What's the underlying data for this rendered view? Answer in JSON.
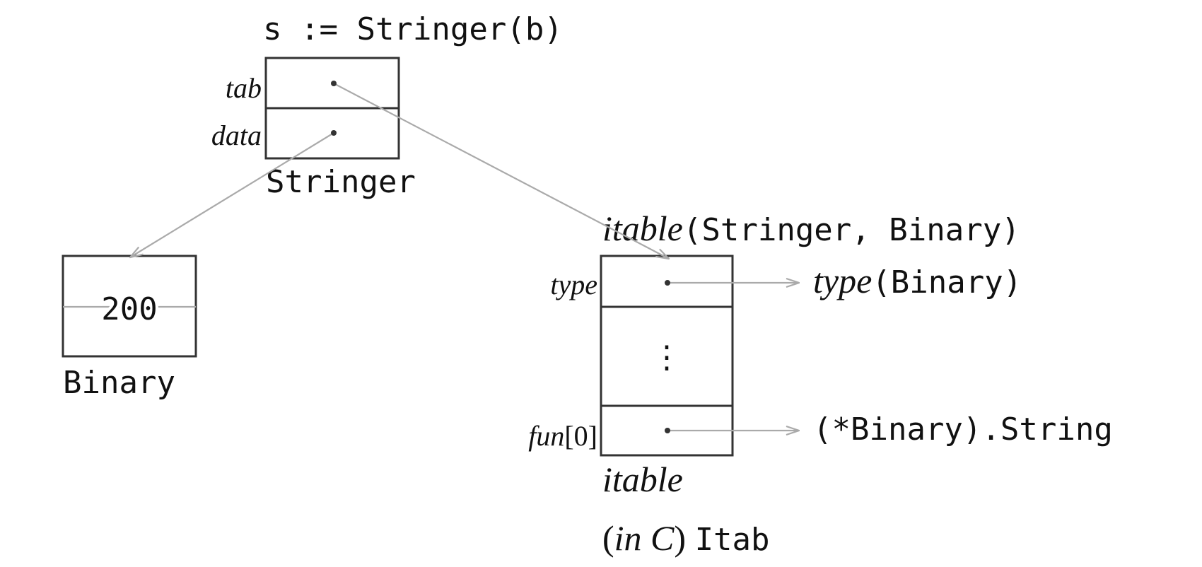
{
  "top_expr": "s := Stringer(b)",
  "stringer": {
    "field_tab": "tab",
    "field_data": "data",
    "type_name": "Stringer"
  },
  "binary": {
    "value": "200",
    "type_name": "Binary"
  },
  "itable_header": {
    "italic": "itable",
    "rest": "(Stringer, Binary)"
  },
  "itable": {
    "field_type": "type",
    "ellipsis": "⋮",
    "field_fun": "fun",
    "field_fun_index": "[0]",
    "caption": "itable",
    "c_prefix_open": "(",
    "c_prefix_italic": "in C",
    "c_prefix_close": ") ",
    "c_type": "Itab"
  },
  "type_target": {
    "italic": "type",
    "rest": "(Binary)"
  },
  "fun_target": "(*Binary).String",
  "colors": {
    "arrow": "#aaaaaa",
    "box_stroke": "#333333",
    "text": "#111111"
  }
}
